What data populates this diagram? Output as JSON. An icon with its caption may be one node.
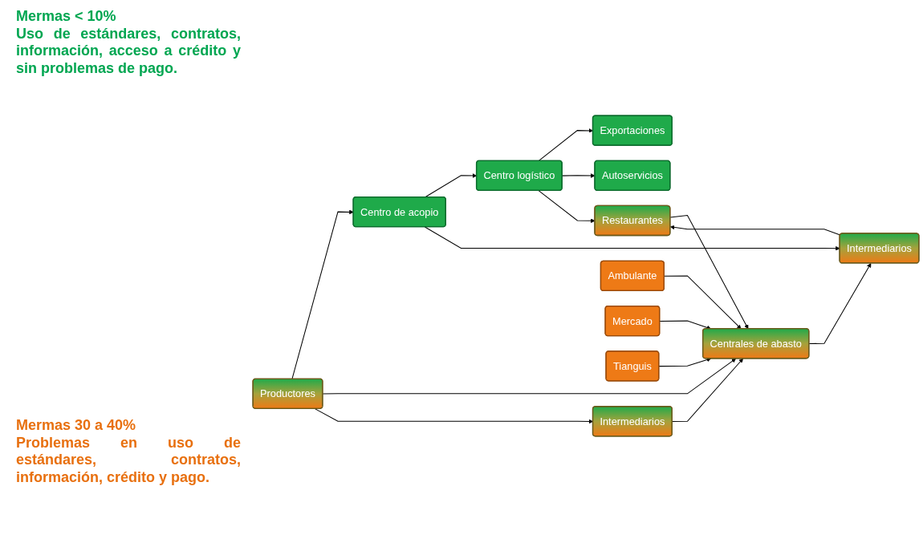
{
  "diagram": {
    "nodes": [
      {
        "text": [
          "Productores"
        ]
      },
      {
        "text": [
          "Centro de acopio"
        ]
      },
      {
        "text": [
          "Centro logístico"
        ]
      },
      {
        "text": [
          "Exportaciones"
        ]
      },
      {
        "text": [
          "Autoservicios"
        ]
      },
      {
        "text": [
          "Restaurantes"
        ]
      },
      {
        "text": [
          "Intermediarios"
        ]
      },
      {
        "text": [
          "Intermediarios"
        ]
      },
      {
        "text": [
          "Centrales de abasto"
        ]
      },
      {
        "text": [
          "Ambulante"
        ]
      },
      {
        "text": [
          "Mercado"
        ]
      },
      {
        "text": [
          "Tianguis"
        ]
      }
    ],
    "edges": [
      {
        "from": 0,
        "to": 1,
        "arrow": "to"
      },
      {
        "from": 0,
        "to": 8,
        "arrow": "to"
      },
      {
        "from": 0,
        "to": 7,
        "arrow": "to"
      },
      {
        "from": 1,
        "to": 2,
        "arrow": "to"
      },
      {
        "from": 1,
        "to": 6,
        "arrow": "to"
      },
      {
        "from": 2,
        "to": 3,
        "arrow": "to"
      },
      {
        "from": 2,
        "to": 4,
        "arrow": "to"
      },
      {
        "from": 2,
        "to": 5,
        "arrow": "to"
      },
      {
        "from": 6,
        "to": 5,
        "arrow": "to"
      },
      {
        "from": 8,
        "to": 6,
        "arrow": "to"
      },
      {
        "from": 7,
        "to": 8,
        "arrow": "to"
      },
      {
        "from": 5,
        "to": 8,
        "arrow": "to"
      },
      {
        "from": 9,
        "to": 8,
        "arrow": "to"
      },
      {
        "from": 10,
        "to": 8,
        "arrow": "to"
      },
      {
        "from": 11,
        "to": 8,
        "arrow": "to"
      }
    ],
    "labels": [
      "Mermas < 10%",
      "Uso de estándares, contratos, información, acceso a crédito y sin problemas de pago.",
      "Mermas 30 a 40%",
      "Problemas en uso de estándares, contratos, información, crédito y pago."
    ]
  }
}
